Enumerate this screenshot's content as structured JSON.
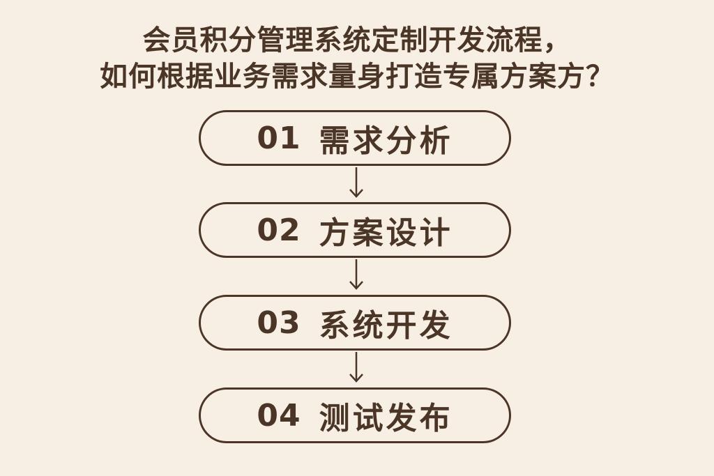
{
  "title": {
    "line1": "会员积分管理系统定制开发流程，",
    "line2": "如何根据业务需求量身打造专属方案方？"
  },
  "colors": {
    "background": "#f7efe3",
    "text": "#4a3526",
    "border": "#4a3526"
  },
  "steps": [
    {
      "number": "01",
      "label": "需求分析"
    },
    {
      "number": "02",
      "label": "方案设计"
    },
    {
      "number": "03",
      "label": "系统开发"
    },
    {
      "number": "04",
      "label": "测试发布"
    }
  ],
  "connectors": [
    {
      "icon": "arrow-down-icon"
    },
    {
      "icon": "arrow-down-icon"
    },
    {
      "icon": "arrow-down-icon"
    }
  ]
}
